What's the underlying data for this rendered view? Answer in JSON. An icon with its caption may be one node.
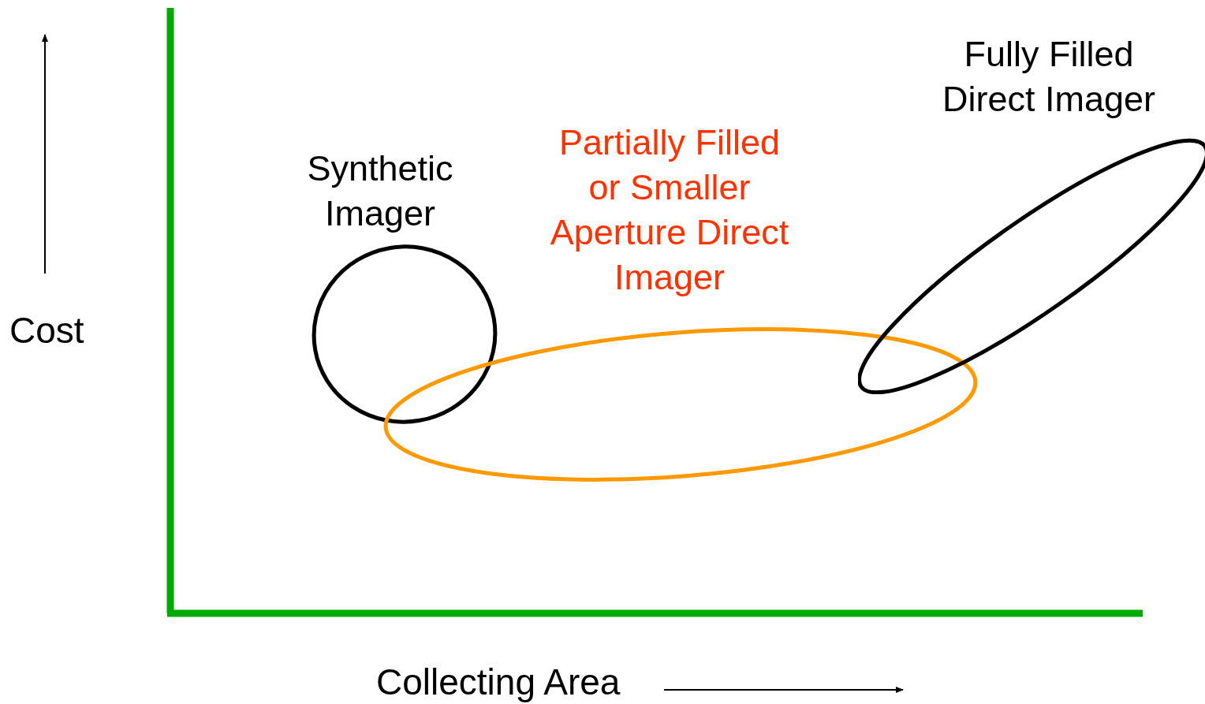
{
  "diagram": {
    "nodes": [
      {
        "text": [
          "Synthetic Imager"
        ]
      },
      {
        "text": [
          "Partially Filled or Smaller Aperture Direct Imager"
        ]
      },
      {
        "text": [
          "Fully Filled Direct Imager"
        ]
      }
    ],
    "labels": [
      "Cost",
      "Collecting Area"
    ]
  }
}
